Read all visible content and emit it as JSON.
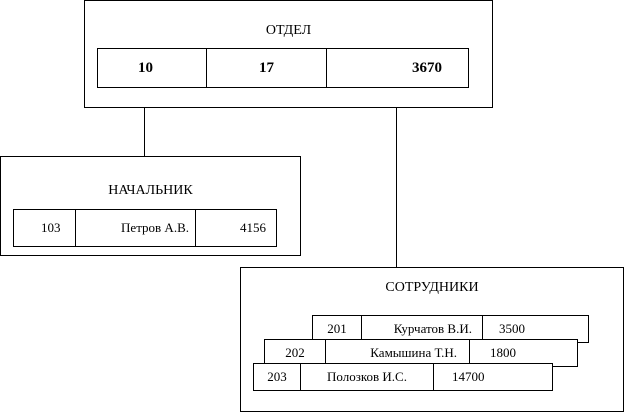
{
  "otdel": {
    "title": "ОТДЕЛ",
    "fields": [
      "10",
      "17",
      "3670"
    ]
  },
  "nachalnik": {
    "title": "НАЧАЛЬНИК",
    "fields": [
      "103",
      "Петров А.В.",
      "4156"
    ]
  },
  "sotrudniki": {
    "title": "СОТРУДНИКИ",
    "records": [
      [
        "201",
        "Курчатов В.И.",
        "3500"
      ],
      [
        "202",
        "Камышина Т.Н.",
        "1800"
      ],
      [
        "203",
        "Полозков И.С.",
        "14700"
      ]
    ]
  }
}
